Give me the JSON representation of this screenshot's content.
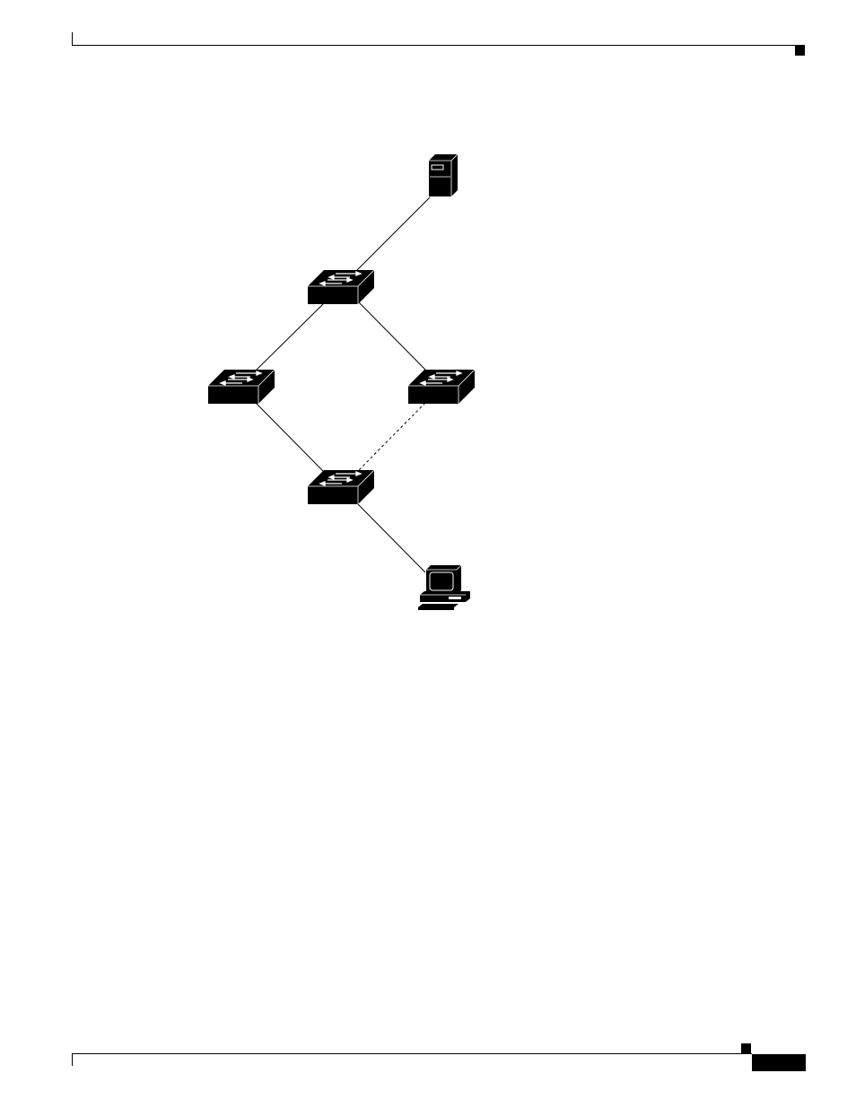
{
  "figure": {
    "kind": "network topology",
    "colors": {
      "ink": "#000000",
      "paper": "#ffffff"
    },
    "nodes": [
      {
        "id": "server",
        "icon": "server-icon"
      },
      {
        "id": "switch-top",
        "icon": "switch-icon"
      },
      {
        "id": "switch-left",
        "icon": "switch-icon"
      },
      {
        "id": "switch-right",
        "icon": "switch-icon"
      },
      {
        "id": "switch-bottom",
        "icon": "switch-icon"
      },
      {
        "id": "workstation",
        "icon": "workstation-icon"
      }
    ],
    "links": [
      {
        "from": "server",
        "to": "switch-top",
        "style": "solid"
      },
      {
        "from": "switch-top",
        "to": "switch-left",
        "style": "solid"
      },
      {
        "from": "switch-top",
        "to": "switch-right",
        "style": "solid"
      },
      {
        "from": "switch-left",
        "to": "switch-bottom",
        "style": "solid"
      },
      {
        "from": "switch-right",
        "to": "switch-bottom",
        "style": "dashed"
      },
      {
        "from": "switch-bottom",
        "to": "workstation",
        "style": "solid"
      }
    ]
  }
}
